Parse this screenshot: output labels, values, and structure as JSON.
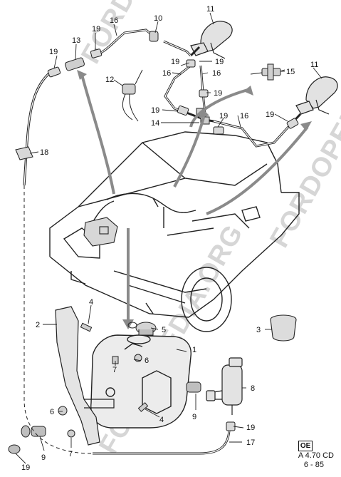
{
  "watermark": [
    "FORDOPEDIA.ORG",
    "FORDOPEDIA.ORG",
    "FORDOPEDIA.ORG"
  ],
  "callouts": [
    "1",
    "2",
    "3",
    "4",
    "4",
    "5",
    "6",
    "6",
    "7",
    "7",
    "8",
    "9",
    "9",
    "10",
    "11",
    "11",
    "12",
    "13",
    "14",
    "15",
    "16",
    "16",
    "16",
    "16",
    "17",
    "18",
    "19",
    "19",
    "19",
    "19",
    "19",
    "19",
    "19",
    "19",
    "19"
  ],
  "reference": {
    "box_label": "OE",
    "code": "A  4.70  CD",
    "date": "6 - 85"
  }
}
